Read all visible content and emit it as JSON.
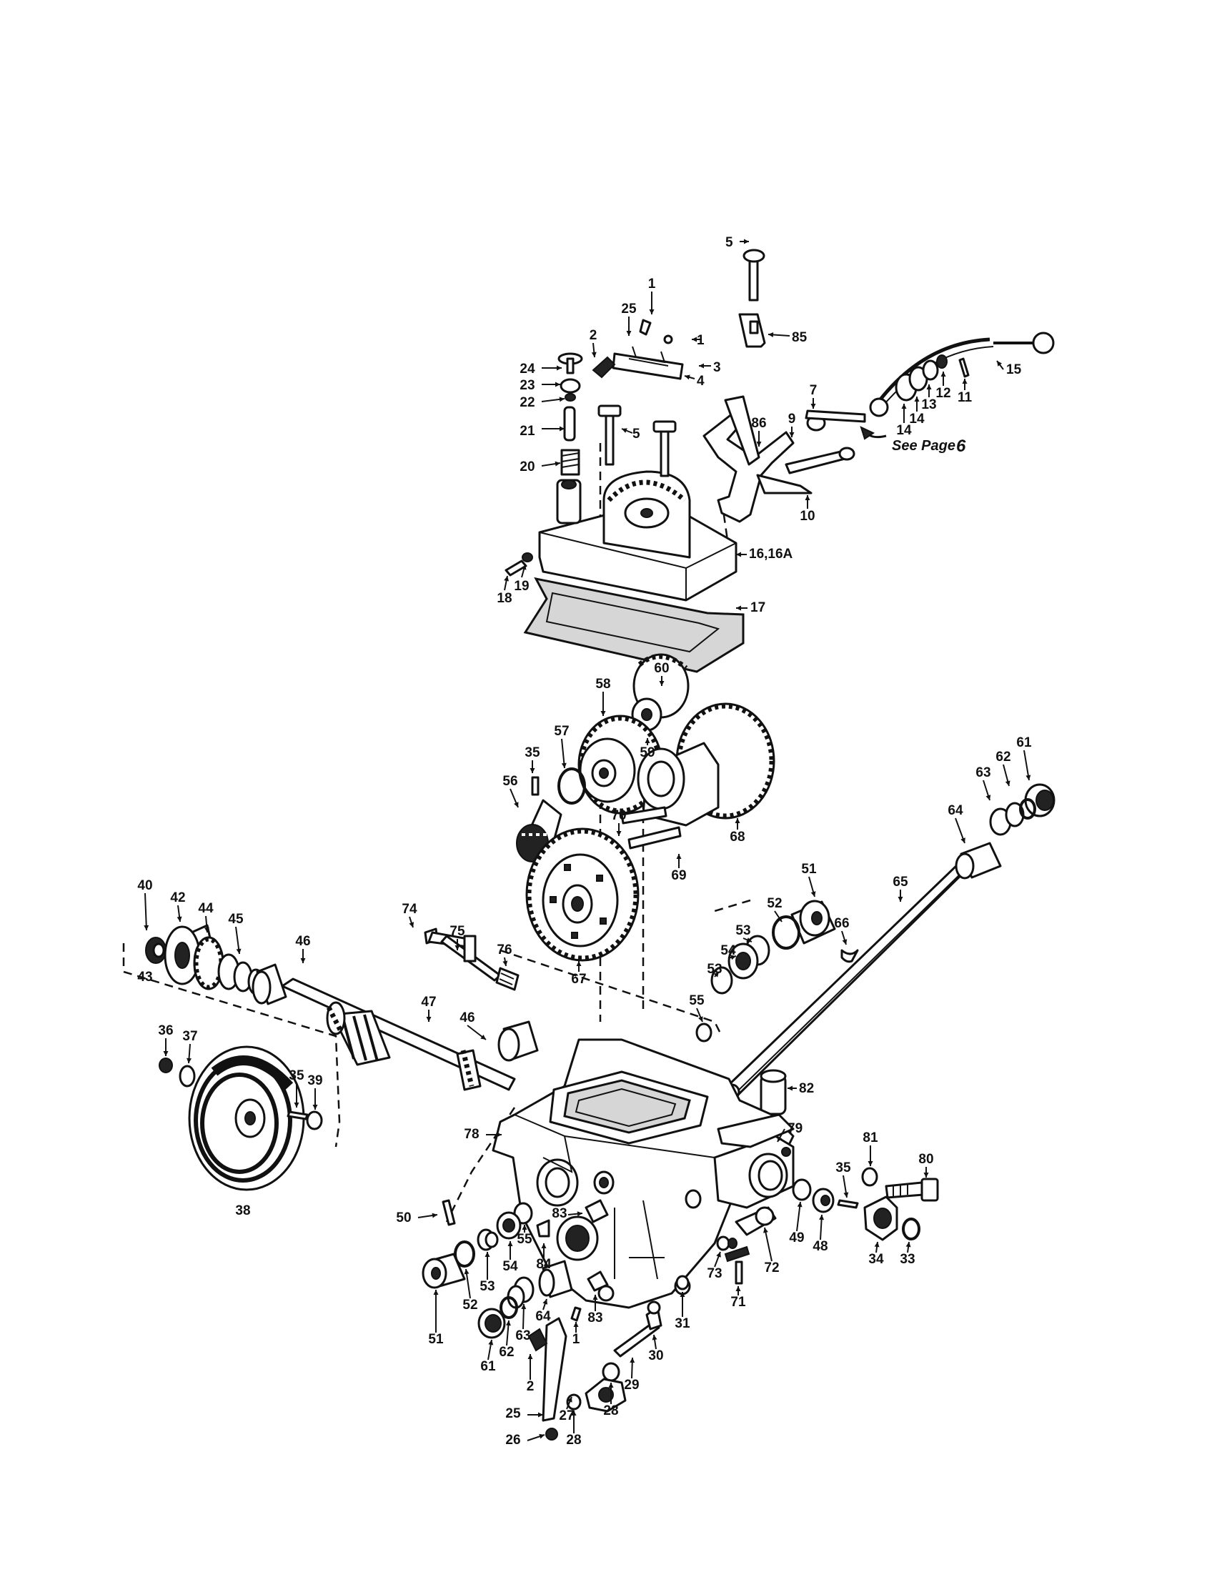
{
  "labels": {
    "c1a": "1",
    "c1b": "1",
    "c2a": "2",
    "c2b": "2",
    "c3": "3",
    "c4": "4",
    "c5a": "5",
    "c5b": "5",
    "c7": "7",
    "c9": "9",
    "c10": "10",
    "c11": "11",
    "c12": "12",
    "c13": "13",
    "c14a": "14",
    "c14b": "14",
    "c15": "15",
    "c16": "16,16A",
    "c17": "17",
    "c18": "18",
    "c19": "19",
    "c20": "20",
    "c21": "21",
    "c22": "22",
    "c23": "23",
    "c24": "24",
    "c25a": "25",
    "c25b": "25",
    "c26": "26",
    "c27": "27",
    "c28a": "28",
    "c28b": "28",
    "c29": "29",
    "c30": "30",
    "c31": "31",
    "c33": "33",
    "c34": "34",
    "c35a": "35",
    "c35b": "35",
    "c35c": "35",
    "c36": "36",
    "c37": "37",
    "c38": "38",
    "c39": "39",
    "c40": "40",
    "c42": "42",
    "c43": "43",
    "c44": "44",
    "c45": "45",
    "c46a": "46",
    "c46b": "46",
    "c47": "47",
    "c48": "48",
    "c49": "49",
    "c50": "50",
    "c51a": "51",
    "c51b": "51",
    "c52a": "52",
    "c52b": "52",
    "c53a": "53",
    "c53b": "53",
    "c53c": "53",
    "c54a": "54",
    "c54b": "54",
    "c55a": "55",
    "c55b": "55",
    "c56": "56",
    "c57": "57",
    "c58": "58",
    "c59": "59",
    "c60": "60",
    "c61a": "61",
    "c61b": "61",
    "c62a": "62",
    "c62b": "62",
    "c63a": "63",
    "c63b": "63",
    "c64a": "64",
    "c64b": "64",
    "c65": "65",
    "c66": "66",
    "c67": "67",
    "c68": "68",
    "c69": "69",
    "c70": "70",
    "c71": "71",
    "c72": "72",
    "c73": "73",
    "c74": "74",
    "c75": "75",
    "c76": "76",
    "c78": "78",
    "c79": "79",
    "c80": "80",
    "c81": "81",
    "c82": "82",
    "c83a": "83",
    "c83b": "83",
    "c84": "84",
    "c85": "85",
    "c86": "86"
  },
  "see_page_note": "See Page",
  "see_page_number": "6"
}
